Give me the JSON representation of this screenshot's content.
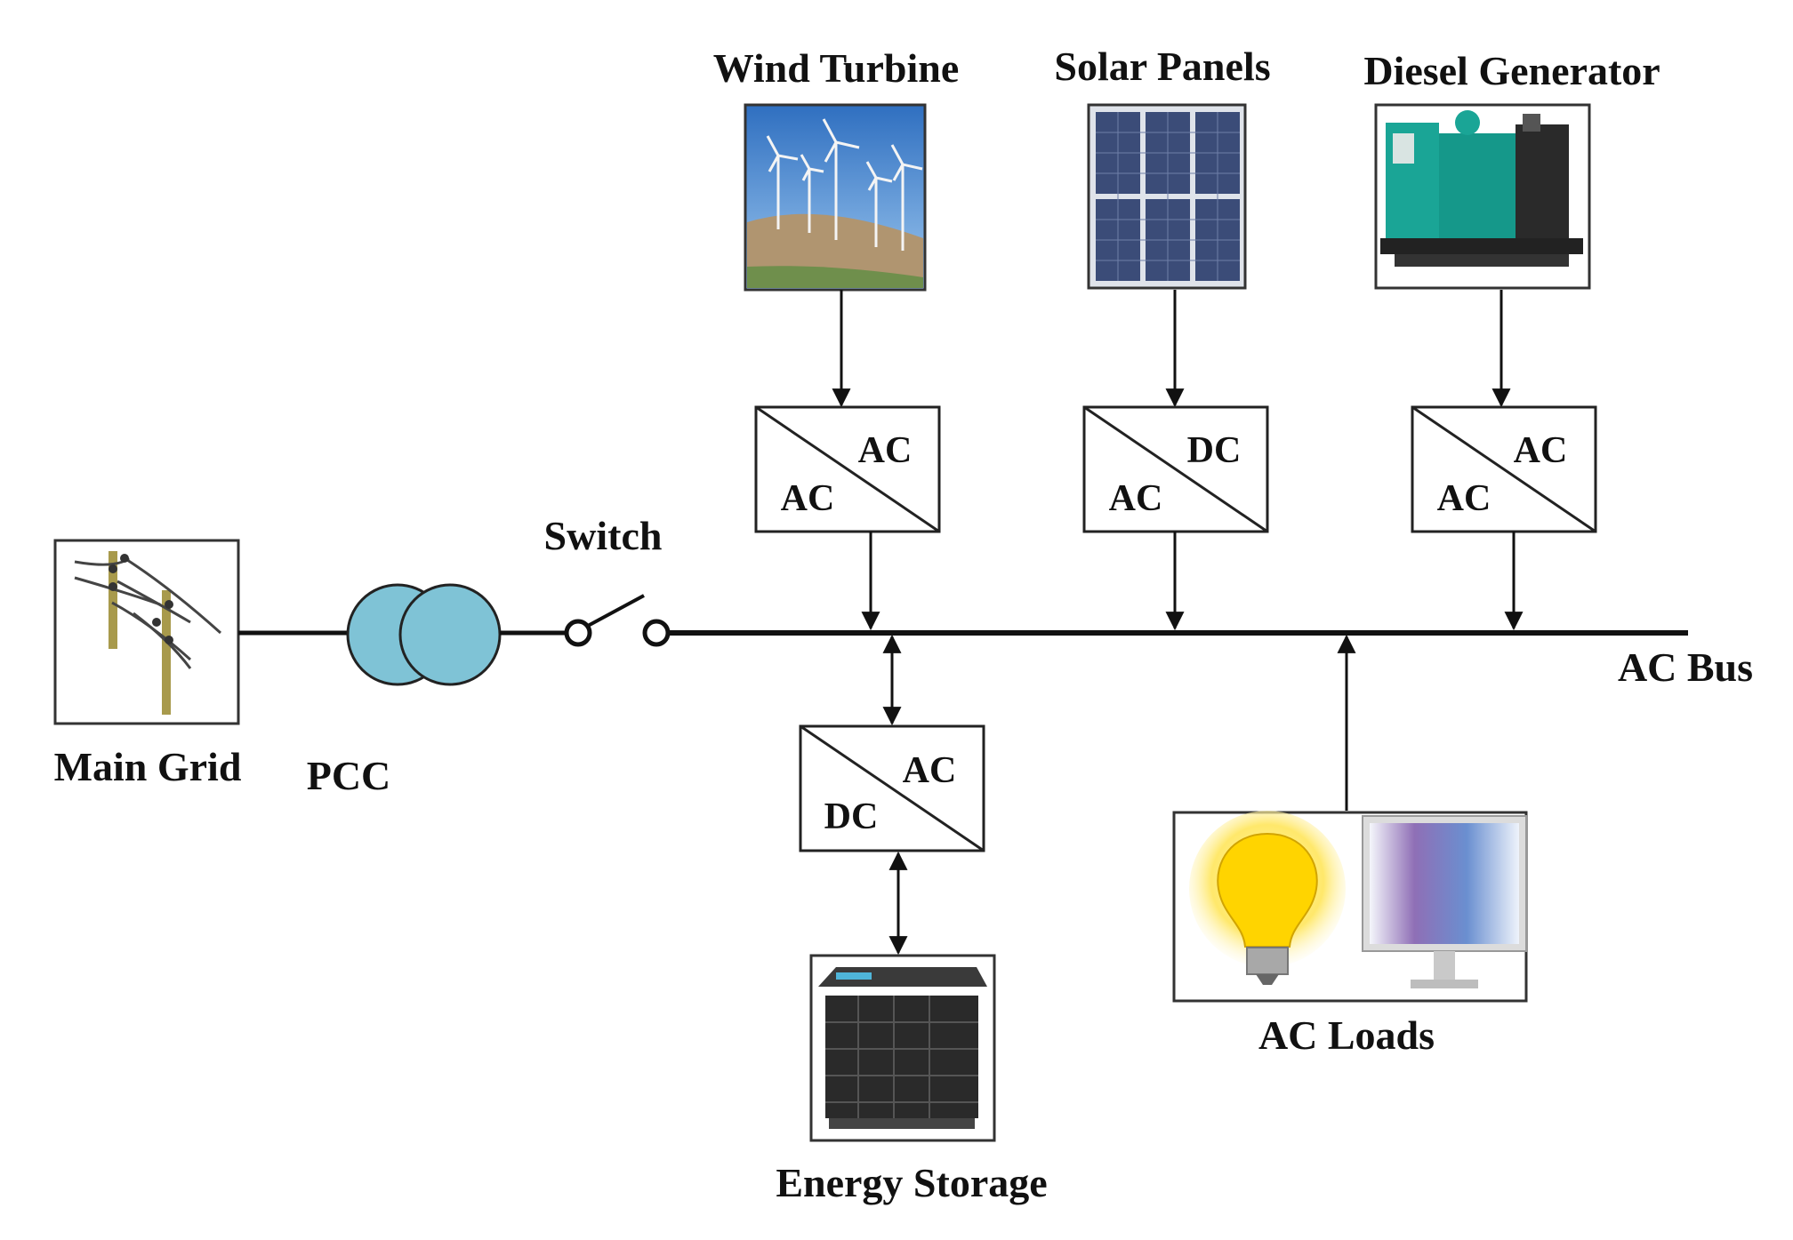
{
  "labels": {
    "wind_turbine": "Wind Turbine",
    "solar_panels": "Solar Panels",
    "diesel_generator": "Diesel Generator",
    "switch": "Switch",
    "main_grid": "Main Grid",
    "pcc": "PCC",
    "ac_bus": "AC Bus",
    "ac_loads": "AC Loads",
    "energy_storage": "Energy Storage"
  },
  "converters": {
    "wind": {
      "top": "AC",
      "bottom": "AC"
    },
    "solar": {
      "top": "DC",
      "bottom": "AC"
    },
    "diesel": {
      "top": "AC",
      "bottom": "AC"
    },
    "storage": {
      "top": "AC",
      "bottom": "DC"
    }
  },
  "icons": {
    "wind": "wind-turbine-photo-icon",
    "solar": "solar-panel-photo-icon",
    "diesel": "diesel-generator-photo-icon",
    "grid": "power-lines-icon",
    "transformer": "transformer-icon",
    "switch": "switch-icon",
    "loads": "light-bulb-and-monitor-icon",
    "storage": "battery-icon"
  },
  "colors": {
    "line": "#111111",
    "transformer": "#7fc3d6",
    "sky": "#3d7fc9",
    "hill": "#b09570",
    "solar_cell": "#3b4c78",
    "generator": "#1aa596",
    "bulb": "#ffd400",
    "screen": "#6f87c0"
  }
}
